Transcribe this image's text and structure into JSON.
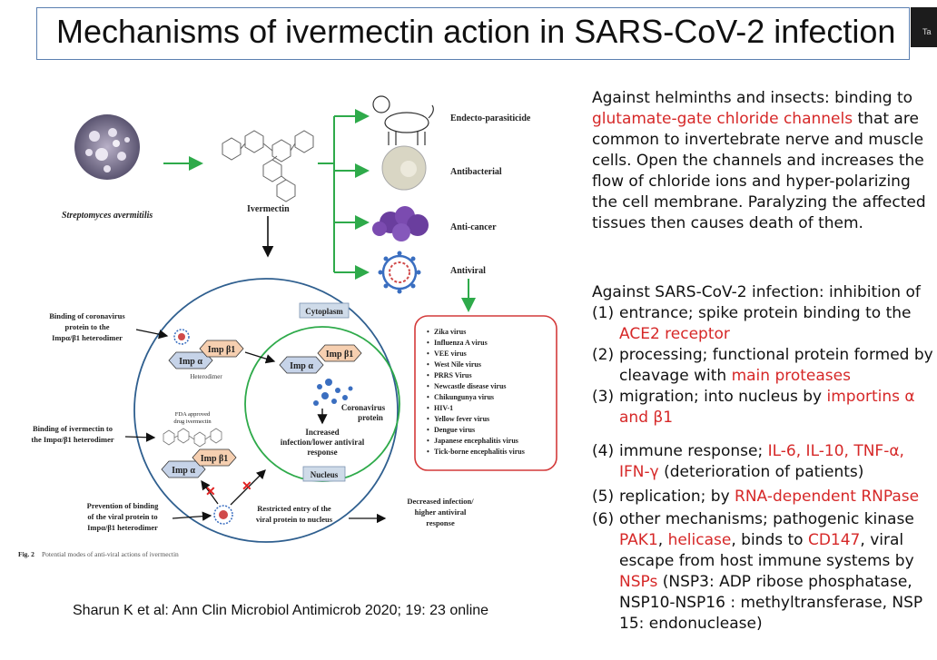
{
  "title": "Mechanisms of ivermectin action in SARS-CoV-2 infection",
  "corner_tab": "Ta",
  "figure": {
    "source_organism": "Streptomyces avermitilis",
    "drug": "Ivermectin",
    "uses": [
      "Endecto-parasiticide",
      "Antibacterial",
      "Anti-cancer",
      "Antiviral"
    ],
    "viruses": [
      "Zika virus",
      "Influenza A virus",
      "VEE virus",
      "West Nile virus",
      "PRRS Virus",
      "Newcastle disease virus",
      "Chikungunya virus",
      "HIV-1",
      "Yellow fever virus",
      "Dengue virus",
      "Japanese encephalitis virus",
      "Tick-borne encephalitis virus"
    ],
    "cytoplasm": "Cytoplasm",
    "nucleus": "Nucleus",
    "imp_a": "Imp α",
    "imp_b": "Imp β1",
    "heterodimer": "Heterodimer",
    "coronavirus_protein_1": "Coronavirus",
    "coronavirus_protein_2": "protein",
    "increased_1": "Increased",
    "increased_2": "infection/lower antiviral",
    "increased_3": "response",
    "fda_1": "FDA approved",
    "fda_2": "drug ivermectin",
    "binding_coronavirus_1": "Binding of coronavirus",
    "binding_coronavirus_2": "protein to the",
    "binding_coronavirus_3": "Impα/β1 heterodimer",
    "binding_ivermectin_1": "Binding of ivermectin to",
    "binding_ivermectin_2": "the Impα/β1 heterodimer",
    "prevention_1": "Prevention of binding",
    "prevention_2": "of the viral protein to",
    "prevention_3": "Impα/β1 heterodimer",
    "restricted_1": "Restricted entry of the",
    "restricted_2": "viral protein to nucleus",
    "decreased_1": "Decreased infection/",
    "decreased_2": "higher antiviral",
    "decreased_3": "response",
    "caption_label": "Fig. 2",
    "caption_text": "Potential modes of anti-viral actions of ivermectin"
  },
  "helminths": {
    "pre": "Against helminths and insects: binding to",
    "hl": "glutamate-gate chloride channels",
    "post": " that are common to invertebrate nerve and muscle cells. Open the channels and increases the flow of chloride ions and hyper-polarizing the cell membrane. Paralyzing the affected tissues then causes death of them."
  },
  "sars": {
    "intro": "Against SARS-CoV-2 infection: inhibition of",
    "m1_num": "(1)",
    "m1_pre": "entrance; spike protein binding to the ",
    "m1_hl": "ACE2 receptor",
    "m2_num": "(2)",
    "m2_pre": "processing; functional protein formed by cleavage with ",
    "m2_hl": "main proteases",
    "m3_num": "(3)",
    "m3_pre": "migration; into nucleus by ",
    "m3_hl": "importins α and β1",
    "m4_num": "(4)",
    "m4_pre": "immune response; ",
    "m4_hl": "IL-6, IL-10, TNF-α, IFN-γ",
    "m4_post": " (deterioration of patients)",
    "m5_num": "(5)",
    "m5_pre": "replication; by ",
    "m5_hl": "RNA-dependent RNPase",
    "m6_num": "(6)",
    "m6_a": "other mechanisms; pathogenic kinase ",
    "m6_h1": "PAK1",
    "m6_b": ", ",
    "m6_h2": "helicase",
    "m6_c": ", binds to ",
    "m6_h3": "CD147",
    "m6_d": ", viral escape from host immune systems by ",
    "m6_h4": "NSPs",
    "m6_e": " (NSP3: ADP ribose phosphatase, NSP10-NSP16 : methyltransferase, NSP 15: endonuclease)"
  },
  "citation": "Sharun K et al: Ann Clin Microbiol Antimicrob 2020; 19: 23 online"
}
